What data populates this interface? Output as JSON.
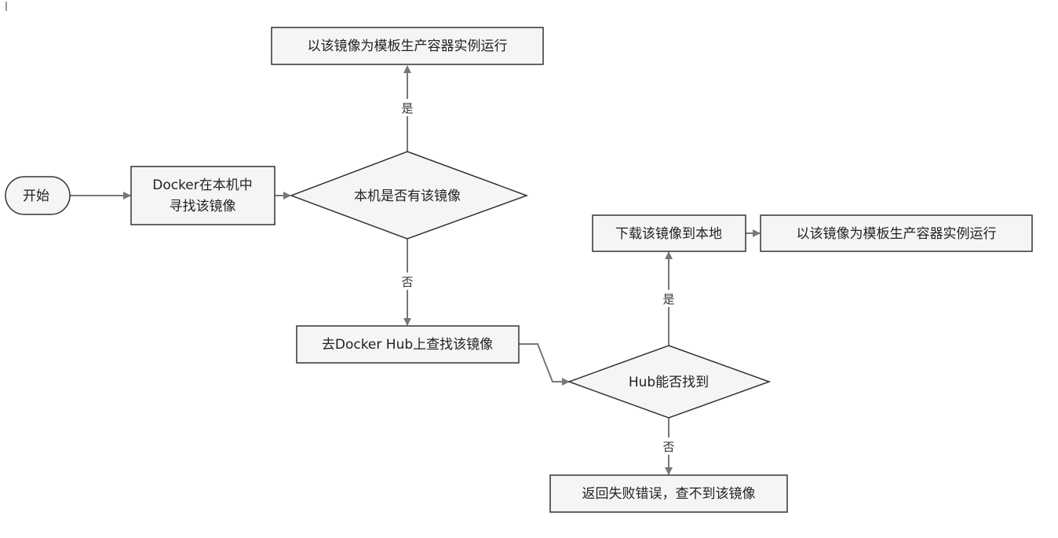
{
  "nodes": {
    "start": "开始",
    "search_local_line1": "Docker在本机中",
    "search_local_line2": "寻找该镜像",
    "decision_local": "本机是否有该镜像",
    "run_container_top": "以该镜像为模板生产容器实例运行",
    "search_hub": "去Docker Hub上查找该镜像",
    "decision_hub": "Hub能否找到",
    "download": "下载该镜像到本地",
    "run_container_right": "以该镜像为模板生产容器实例运行",
    "error": "返回失败错误，查不到该镜像"
  },
  "edges": {
    "yes_top": "是",
    "no_local": "否",
    "yes_hub": "是",
    "no_hub": "否"
  },
  "colors": {
    "node_fill": "#f5f5f5",
    "stroke": "#333333",
    "arrow": "#777777"
  }
}
